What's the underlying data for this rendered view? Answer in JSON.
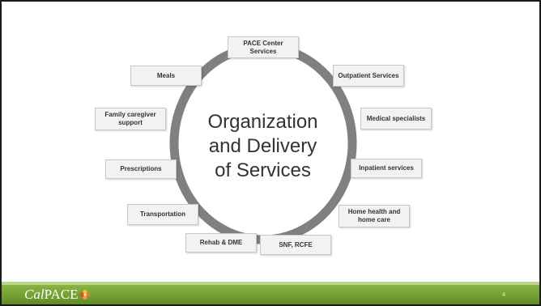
{
  "diagram": {
    "center_title_lines": [
      "Organization",
      "and Delivery",
      "of Services"
    ],
    "ring_color": "#808080",
    "box_fill": "#f2f2f2",
    "services": [
      {
        "id": "pace-center-services",
        "label": "PACE Center Services"
      },
      {
        "id": "outpatient-services",
        "label": "Outpatient Services"
      },
      {
        "id": "medical-specialists",
        "label": "Medical specialists"
      },
      {
        "id": "inpatient-services",
        "label": "Inpatient services"
      },
      {
        "id": "home-health-and-home-care",
        "label": "Home health and home care"
      },
      {
        "id": "snf-rcfe",
        "label": "SNF, RCFE"
      },
      {
        "id": "rehab-and-dme",
        "label": "Rehab & DME"
      },
      {
        "id": "transportation",
        "label": "Transportation"
      },
      {
        "id": "prescriptions",
        "label": "Prescriptions"
      },
      {
        "id": "family-caregiver-support",
        "label": "Family caregiver support"
      },
      {
        "id": "meals",
        "label": "Meals"
      }
    ]
  },
  "footer": {
    "logo_cal": "Cal",
    "logo_pace": "PACE",
    "page_number": "4",
    "bar_color": "#74a032"
  }
}
